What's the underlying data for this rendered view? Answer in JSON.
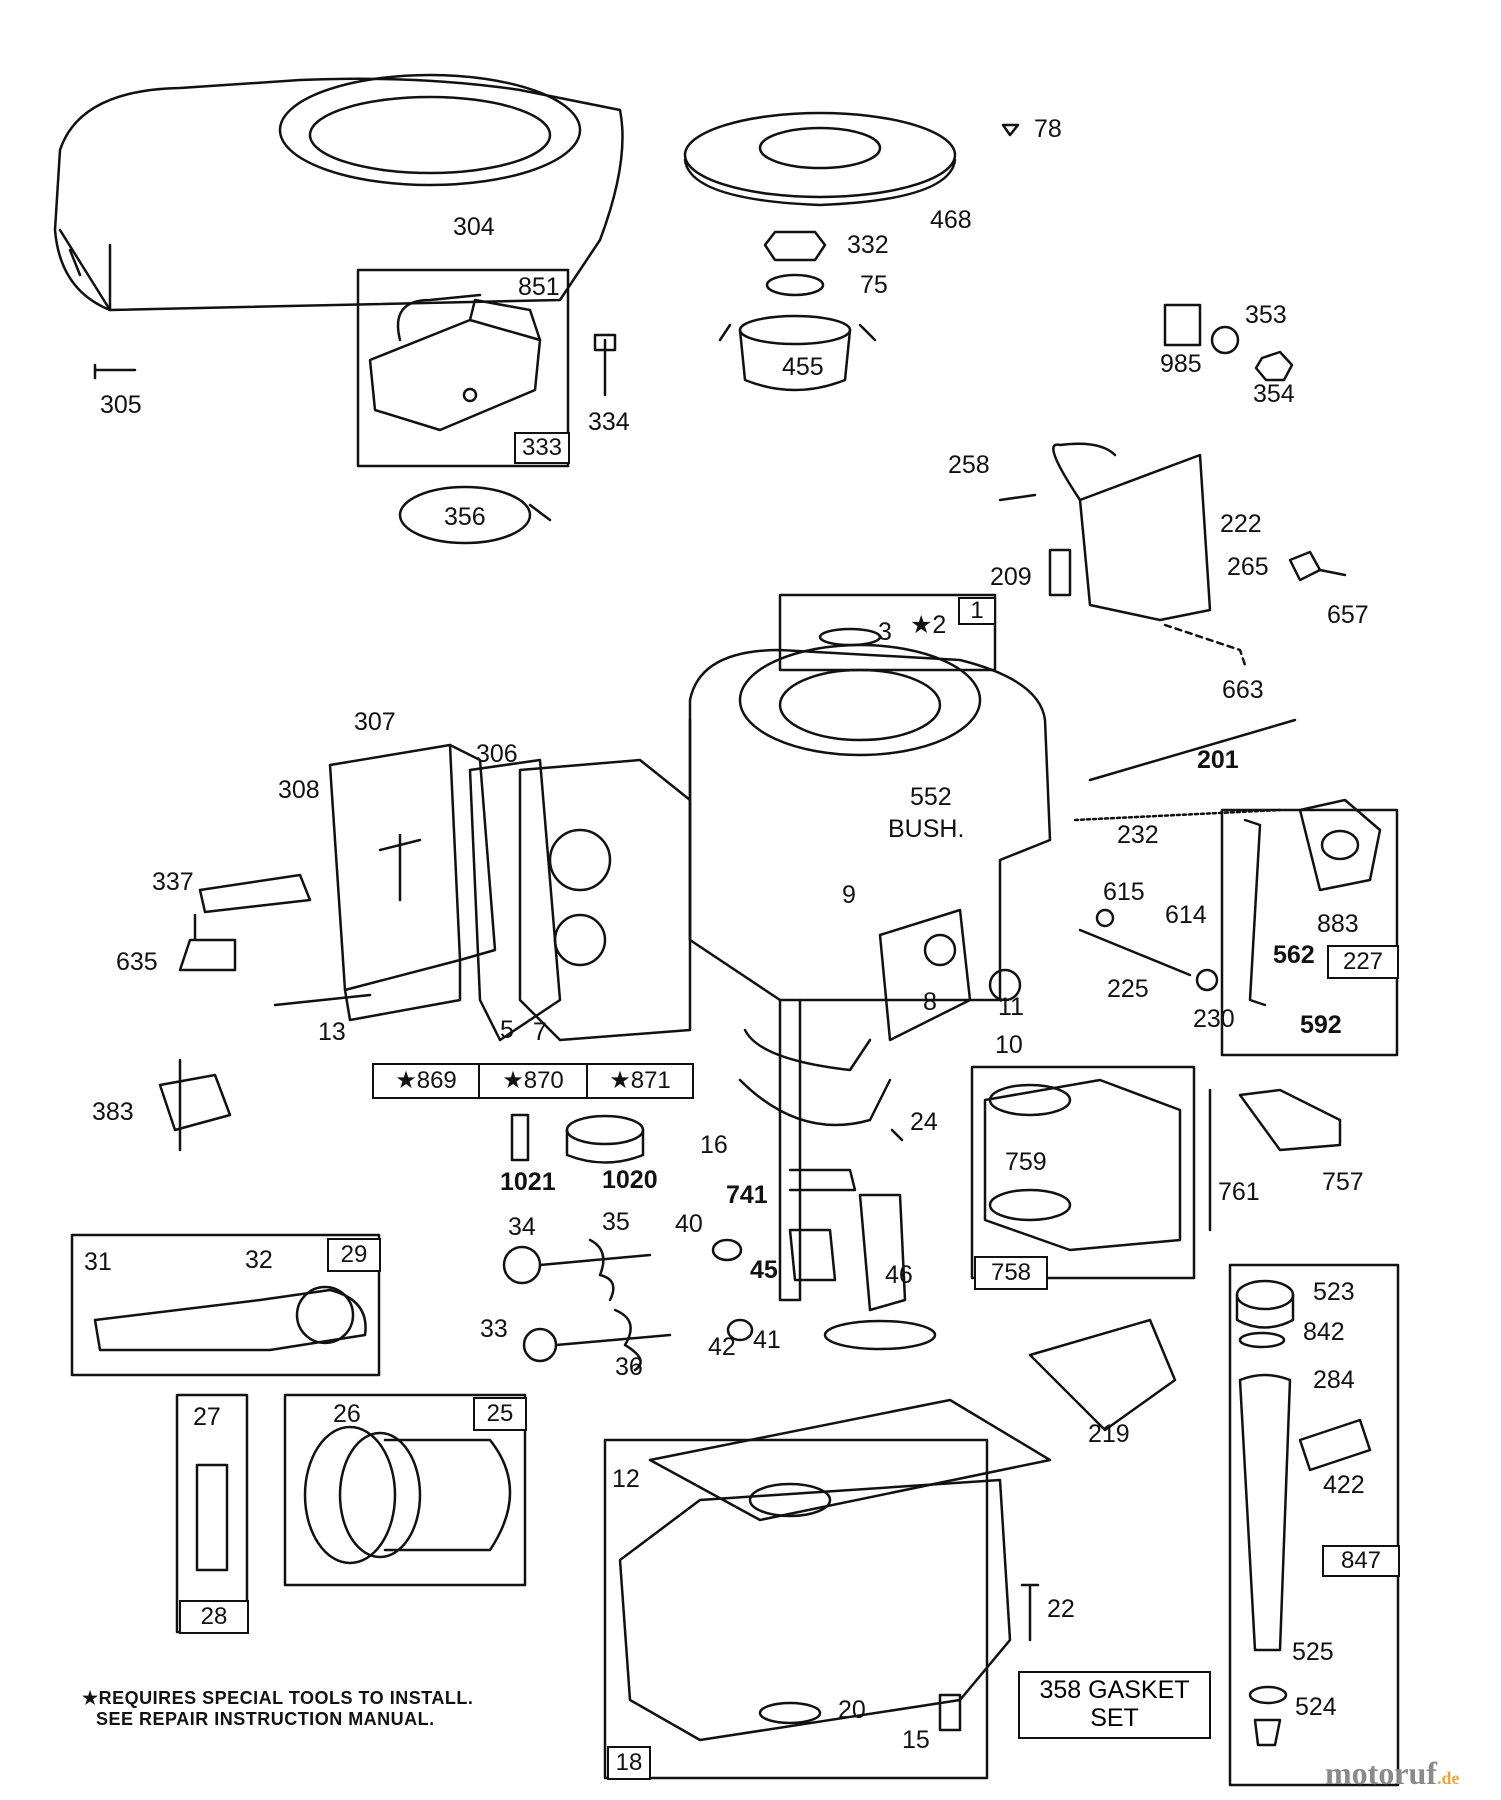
{
  "labels": {
    "p304": "304",
    "p305": "305",
    "p851": "851",
    "p333": "333",
    "p334": "334",
    "p356": "356",
    "p78": "78",
    "p468": "468",
    "p332": "332",
    "p75": "75",
    "p455": "455",
    "p353": "353",
    "p985": "985",
    "p354": "354",
    "p258": "258",
    "p222": "222",
    "p209": "209",
    "p265": "265",
    "p657": "657",
    "p663": "663",
    "p1": "1",
    "p3": "3",
    "p2": "★2",
    "p307": "307",
    "p306": "306",
    "p308": "308",
    "p337": "337",
    "p635": "635",
    "p13": "13",
    "p5": "5",
    "p7": "7",
    "p869": "★869",
    "p870": "★870",
    "p871": "★871",
    "p552": "552",
    "bush": "BUSH.",
    "p9": "9",
    "p8": "8",
    "p11": "11",
    "p10": "10",
    "p201": "201",
    "p232": "232",
    "p615": "615",
    "p614": "614",
    "p225": "225",
    "p230": "230",
    "p883": "883",
    "p562": "562",
    "p227": "227",
    "p592": "592",
    "p383": "383",
    "p1021": "1021",
    "p1020": "1020",
    "p16": "16",
    "p24": "24",
    "p741": "741",
    "p759": "759",
    "p761": "761",
    "p757": "757",
    "p758": "758",
    "p31": "31",
    "p32": "32",
    "p29": "29",
    "p34": "34",
    "p35": "35",
    "p40": "40",
    "p45": "45",
    "p46": "46",
    "p33": "33",
    "p36": "36",
    "p42": "42",
    "p41": "41",
    "p219": "219",
    "p523": "523",
    "p842": "842",
    "p284": "284",
    "p422": "422",
    "p847": "847",
    "p525": "525",
    "p524": "524",
    "p27": "27",
    "p28": "28",
    "p26": "26",
    "p25": "25",
    "p12": "12",
    "p18": "18",
    "p20": "20",
    "p22": "22",
    "p15": "15"
  },
  "gasket_set": {
    "line1": "358 GASKET",
    "line2": "SET"
  },
  "footnote": {
    "line1": "★REQUIRES SPECIAL TOOLS TO INSTALL.",
    "line2": "SEE REPAIR INSTRUCTION MANUAL."
  },
  "watermark": {
    "brand": "motoruf",
    "tld": ".de"
  },
  "colors": {
    "ink": "#111111",
    "watermark_gray": "#8a8a8a",
    "watermark_orange": "#e8a93a"
  }
}
